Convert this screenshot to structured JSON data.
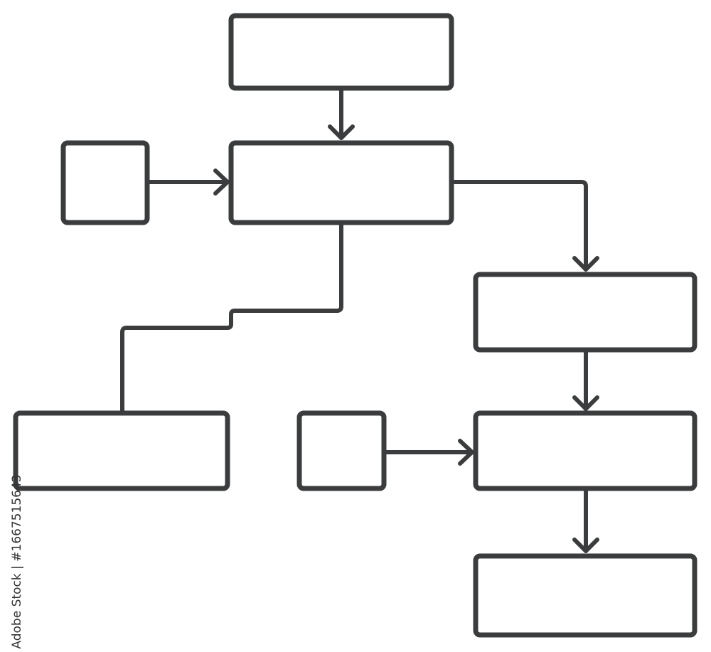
{
  "diagram": {
    "type": "flowchart",
    "line_color": "#3b3c3d",
    "nodes": [
      "box-top",
      "box-main",
      "box-input-left",
      "box-right-1",
      "box-bottom-left",
      "box-input-bottom",
      "box-right-2",
      "box-right-3"
    ],
    "edges": [
      [
        "box-top",
        "box-main"
      ],
      [
        "box-input-left",
        "box-main"
      ],
      [
        "box-main",
        "box-right-1"
      ],
      [
        "box-main",
        "box-bottom-left"
      ],
      [
        "box-right-1",
        "box-right-2"
      ],
      [
        "box-input-bottom",
        "box-right-2"
      ],
      [
        "box-right-2",
        "box-right-3"
      ]
    ]
  },
  "watermark": {
    "text": "Adobe Stock | #1667515643"
  }
}
